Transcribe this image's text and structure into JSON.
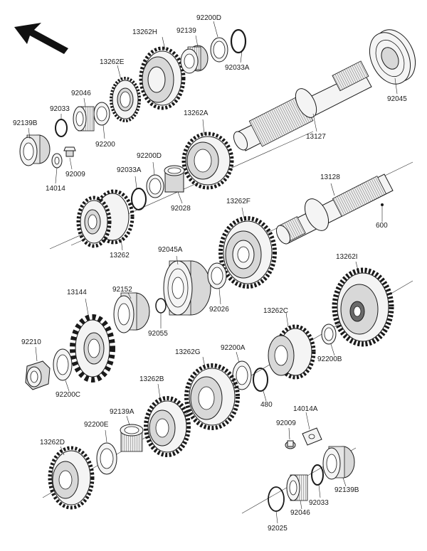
{
  "icons": {
    "direction_arrow": "front-direction-arrow-icon"
  },
  "labels": {
    "p13262H": "13262H",
    "p92200D_top": "92200D",
    "p92139": "92139",
    "p92033A_top": "92033A",
    "p13262E": "13262E",
    "p92046_top": "92046",
    "p92033_top": "92033",
    "p92139B_top": "92139B",
    "p92200": "92200",
    "p92009_top": "92009",
    "p14014": "14014",
    "p92045": "92045",
    "p13127": "13127",
    "p13262A": "13262A",
    "p92200D_mid": "92200D",
    "p92033A_mid": "92033A",
    "p92028": "92028",
    "p13128": "13128",
    "p600": "600",
    "p13262F": "13262F",
    "p13262": "13262",
    "p92045A": "92045A",
    "p13144": "13144",
    "p92152": "92152",
    "p92026": "92026",
    "p92055": "92055",
    "p13262I": "13262I",
    "p13262C": "13262C",
    "p92210": "92210",
    "p92200A": "92200A",
    "p13262G": "13262G",
    "p92200B": "92200B",
    "p92200C": "92200C",
    "p13262B": "13262B",
    "p480": "480",
    "p14014A": "14014A",
    "p92200E": "92200E",
    "p92139A": "92139A",
    "p92009_bot": "92009",
    "p13262D": "13262D",
    "p92139B_bot": "92139B",
    "p92033_bot": "92033",
    "p92046_bot": "92046",
    "p92025": "92025"
  }
}
